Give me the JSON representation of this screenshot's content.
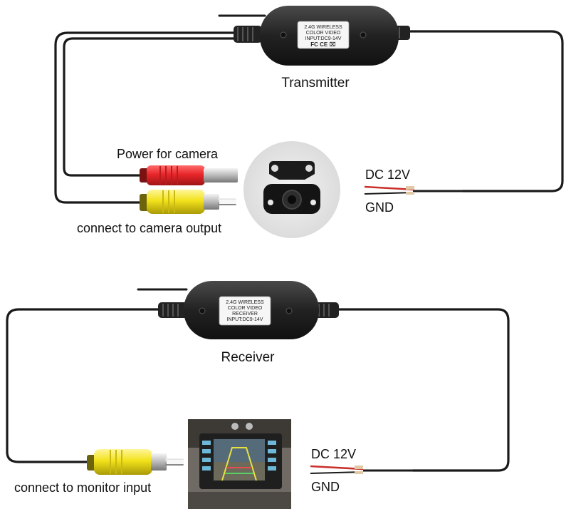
{
  "transmitter": {
    "label": "Transmitter",
    "module_text": [
      "2.4G WIRELESS",
      "COLOR   VIDEO",
      "INPUT:DC9-14V",
      "FC  CE  ⌧"
    ],
    "connectors": {
      "red": {
        "label": "Power for camera",
        "color": "#e8262a"
      },
      "yellow": {
        "label": "connect to camera output",
        "color": "#f2e21b"
      }
    },
    "power": {
      "dc_label": "DC 12V",
      "gnd_label": "GND"
    }
  },
  "receiver": {
    "label": "Receiver",
    "module_text": [
      "2.4G WIRELESS",
      "COLOR   VIDEO",
      "RECEIVER",
      "INPUT:DC9-14V"
    ],
    "connectors": {
      "yellow": {
        "label": "connect to monitor input",
        "color": "#f2e21b"
      }
    },
    "power": {
      "dc_label": "DC 12V",
      "gnd_label": "GND"
    }
  },
  "colors": {
    "cable": "#1a1a1a",
    "module": "#2b2b2b",
    "wire_red": "#c9302c"
  }
}
